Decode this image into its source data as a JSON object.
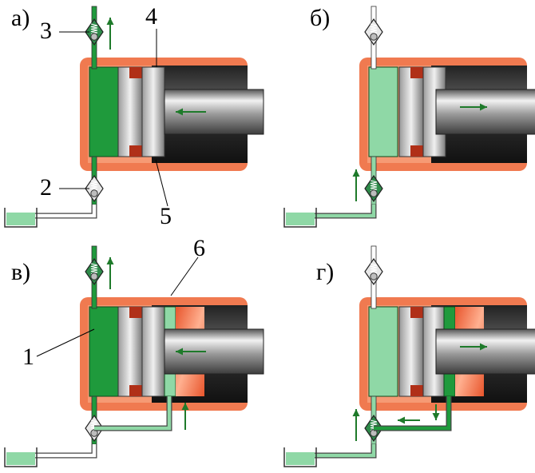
{
  "panels": [
    {
      "id": "a",
      "label": "а)",
      "piston": "left",
      "green": "dark",
      "chamber2": false
    },
    {
      "id": "b",
      "label": "б)",
      "piston": "right",
      "green": "light",
      "chamber2": false
    },
    {
      "id": "v",
      "label": "в)",
      "piston": "left",
      "green": "dark",
      "chamber2": "light"
    },
    {
      "id": "g",
      "label": "г)",
      "piston": "right",
      "green": "light",
      "chamber2": "dark"
    }
  ],
  "callouts": [
    "1",
    "2",
    "3",
    "4",
    "5",
    "6"
  ],
  "colors": {
    "cylinder_fill": "#f07a50",
    "cylinder_light": "#f8b89a",
    "fluid_dark": "#1f9a3c",
    "fluid_light": "#8fd8a6",
    "arrow": "#1e7a2a",
    "valve_dark": "#2e8b4a",
    "valve_light": "#e8e8e8",
    "seal": "#b03018",
    "metal_dark": "#3a3a3a",
    "metal_mid": "#8a8a8a",
    "metal_light": "#d8d8d8"
  }
}
